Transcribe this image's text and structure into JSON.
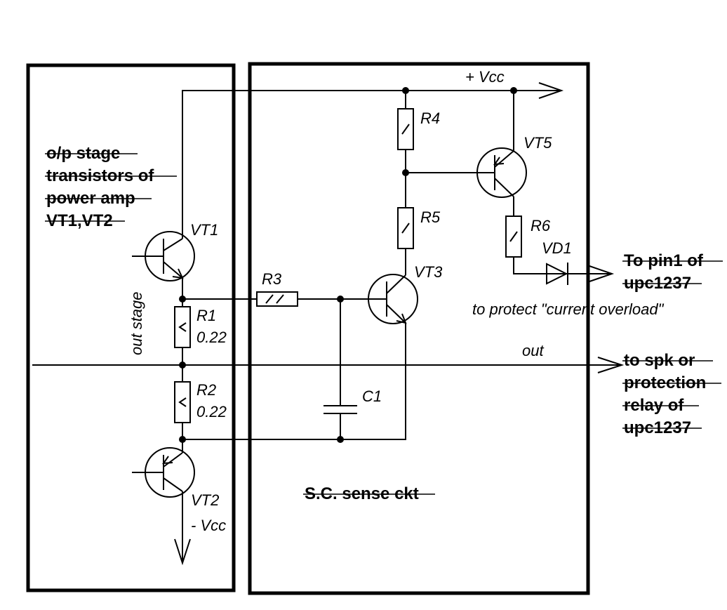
{
  "labels": {
    "vcc_pos": "+ Vcc",
    "vcc_neg": "- Vcc",
    "out": "out",
    "out_stage": "out stage",
    "note_overload": "to protect \"current overload\"",
    "sc_sense": "S.C. sense ckt"
  },
  "left_block": {
    "lines": [
      "o/p stage",
      "transistors of",
      "power amp",
      "VT1,VT2"
    ]
  },
  "right_notes": {
    "pin1": [
      "To pin1 of",
      "upc1237"
    ],
    "spk": [
      "to spk or",
      "protection",
      "relay of",
      "upc1237"
    ]
  },
  "components": {
    "R1": {
      "name": "R1",
      "value": "0.22"
    },
    "R2": {
      "name": "R2",
      "value": "0.22"
    },
    "R3": {
      "name": "R3"
    },
    "R4": {
      "name": "R4"
    },
    "R5": {
      "name": "R5"
    },
    "R6": {
      "name": "R6"
    },
    "C1": {
      "name": "C1"
    },
    "VT1": {
      "name": "VT1"
    },
    "VT2": {
      "name": "VT2"
    },
    "VT3": {
      "name": "VT3"
    },
    "VT5": {
      "name": "VT5"
    },
    "VD1": {
      "name": "VD1"
    }
  }
}
